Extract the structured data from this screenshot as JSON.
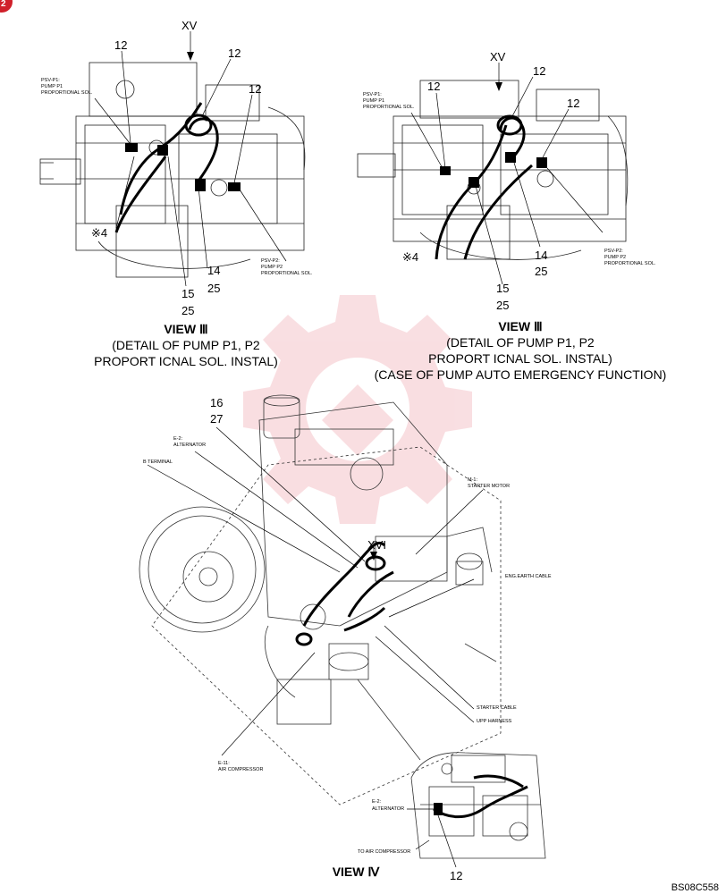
{
  "page_badge": "2",
  "view3_left": {
    "callouts": [
      "12",
      "12",
      "12",
      "14",
      "25",
      "15",
      "25"
    ],
    "marker": "※4",
    "view_arrow": "XV",
    "psv_p1": [
      "PSV-P1:",
      "PUMP P1",
      "PROPORTIONAL SOL."
    ],
    "psv_p2": [
      "PSV-P2:",
      "PUMP P2",
      "PROPORTIONAL SOL."
    ],
    "caption": [
      "VIEW Ⅲ",
      "(DETAIL OF PUMP P1, P2",
      "PROPORT ICNAL SOL. INSTAL)"
    ]
  },
  "view3_right": {
    "callouts": [
      "12",
      "12",
      "12",
      "14",
      "25",
      "15",
      "25"
    ],
    "marker": "※4",
    "view_arrow": "XV",
    "psv_p1": [
      "PSV-P1:",
      "PUMP P1",
      "PROPORTIONAL SOL."
    ],
    "psv_p2": [
      "PSV-P2:",
      "PUMP P2",
      "PROPORTIONAL SOL."
    ],
    "caption": [
      "VIEW Ⅲ",
      "(DETAIL OF PUMP P1, P2",
      "PROPORT ICNAL SOL. INSTAL)",
      "(CASE OF PUMP AUTO EMERGENCY FUNCTION)"
    ]
  },
  "engine": {
    "callouts": [
      "16",
      "27"
    ],
    "view_arrow": "XVI",
    "labels": {
      "e2": [
        "E-2:",
        "ALTERNATOR"
      ],
      "b_terminal": "B TERMINAL",
      "m1": [
        "M-1:",
        "STARTER MOTOR"
      ],
      "earth": "ENG.EARTH CABLE",
      "starter_cable": "STARTER CABLE",
      "upp_harness": "UPP HARNESS",
      "e11": [
        "E-11:",
        "AIR COMPRESSOR"
      ]
    }
  },
  "view4": {
    "labels": {
      "e2": [
        "E-2:",
        "ALTERNATOR"
      ],
      "to_air": "TO AIR COMPRESSOR"
    },
    "callout": "12",
    "caption": "VIEW Ⅳ"
  },
  "drawing_code": "BS08C558"
}
